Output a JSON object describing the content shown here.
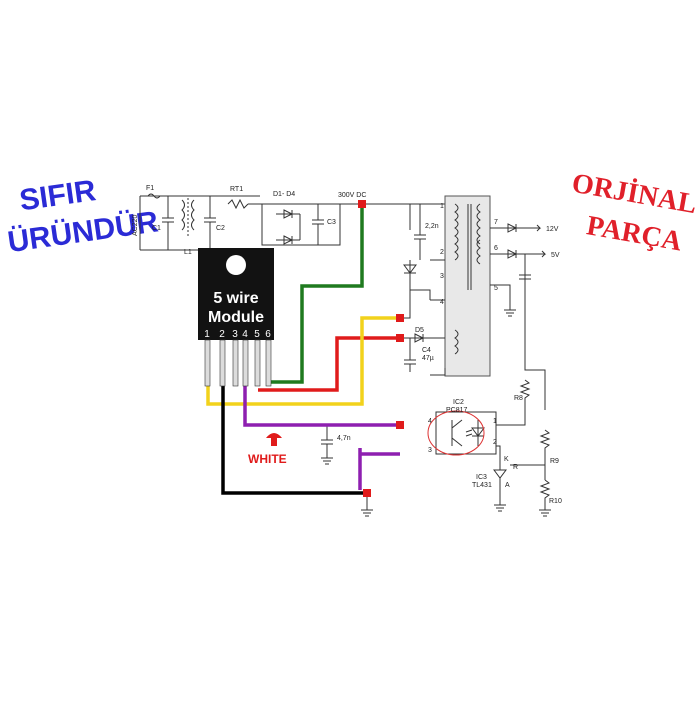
{
  "banner_left": {
    "line1": "SIFIR",
    "line2": "ÜRÜNDÜR"
  },
  "banner_right": {
    "line1": "ORJİNAL",
    "line2": "PARÇA"
  },
  "module": {
    "line1": "5 wire",
    "line2": "Module",
    "pins": [
      "1",
      "2",
      "3",
      "4",
      "5",
      "6"
    ]
  },
  "white_note": "WHITE",
  "components": {
    "f1": "F1",
    "ac": "AC220",
    "c1": "C1",
    "c2": "C2",
    "l1": "L1",
    "rt1": "RT1",
    "d1d4": "D1- D4",
    "c3": "C3",
    "v300": "300V DC",
    "cap22": "2,2n",
    "d5": "D5",
    "c4": "C4",
    "c4v": "47µ",
    "cap47": "4,7n",
    "ic2": "IC2",
    "pc817": "PC817",
    "ic3": "IC3",
    "tl431": "TL431",
    "k": "K",
    "r": "R",
    "a": "A",
    "r8": "R8",
    "r9": "R9",
    "r10": "R10",
    "out12": "12V",
    "out5": "5V",
    "pin1": "1",
    "pin2": "2",
    "pin3": "3",
    "pin4": "4",
    "pin5": "5",
    "pin6": "6",
    "pin7": "7",
    "opt4": "4",
    "opt3": "3",
    "opt1": "1",
    "opt2": "2"
  },
  "colors": {
    "wire_green": "#1f7a1f",
    "wire_red": "#e01b1b",
    "wire_yellow": "#f2d21b",
    "wire_purple": "#8e1fb0",
    "wire_black": "#000000",
    "module_body": "#121212",
    "accent_blue": "#2b2bd6",
    "accent_red": "#e0202a"
  }
}
